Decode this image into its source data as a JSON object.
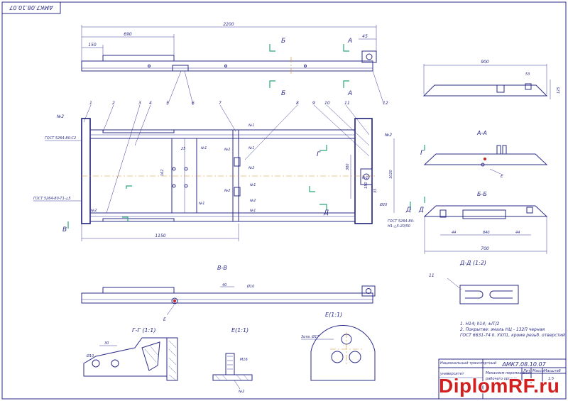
{
  "drawing_code": "АМК7.08.10.07",
  "drawing_code_rotated": "АМК7.08.10.07",
  "watermark": "DiplomRF.ru",
  "section_labels": {
    "A_A": "А-А",
    "B_B": "Б-Б",
    "V_V": "В-В",
    "G_G": "Г-Г (1:1)",
    "D_D": "Д-Д (1:2)",
    "E": "Е(1:1)",
    "E2": "Е(1:1)"
  },
  "cut_letters": {
    "B": "Б",
    "A": "А",
    "G": "Г",
    "D": "Д",
    "V": "В",
    "E": "Е"
  },
  "position_numbers": [
    "1",
    "2",
    "3",
    "4",
    "5",
    "6",
    "7",
    "8",
    "9",
    "10",
    "11",
    "12"
  ],
  "dimensions": {
    "total_length": "2200",
    "d690": "690",
    "d150": "150",
    "d45": "45",
    "d900": "900",
    "d53": "53",
    "d125": "125",
    "d25": "25",
    "d162": "162",
    "d1150": "1150",
    "d380": "380",
    "d1020": "1020",
    "d150b": "150",
    "d35": "35",
    "d20": "Ø20",
    "d44a": "44",
    "d840": "840",
    "d44b": "44",
    "d700": "700",
    "d40": "40",
    "d10": "Ø10",
    "d30": "30",
    "d10b": "Ø10"
  },
  "weld_marks": [
    "№2",
    "№1",
    "№2",
    "№1",
    "№1",
    "№1",
    "№2",
    "№2",
    "№1",
    "№2",
    "№1",
    "№2",
    "№1",
    "№2"
  ],
  "gost_notes": {
    "g1": "ГОСТ 5264-80-С2",
    "g2": "ГОСТ 5264-80-Т1-△5",
    "g3": "ГОСТ 5264-80-",
    "g3b": "Н1-△5-20/50"
  },
  "thread_label": "М16",
  "weld_mark_e": "№2",
  "detail_note": "3отв. Ø17",
  "tech_notes": [
    "1. Н14; h14; ±IT/2",
    "2. Покрытие: эмаль НЦ - 132П черная",
    "   ГОСТ 6631-74  II. УХЛ1, кроме резьб. отверстий"
  ],
  "title_block": {
    "code": "АМК7.08.10.07",
    "org_lines": [
      "Национальный транспортный",
      "университет"
    ],
    "title_lines": [
      "Механизм перемещения",
      "рабочего органа"
    ],
    "lit": "Лит.",
    "mass": "Масса",
    "scale": "Масштаб",
    "scale_val": "1:5"
  }
}
